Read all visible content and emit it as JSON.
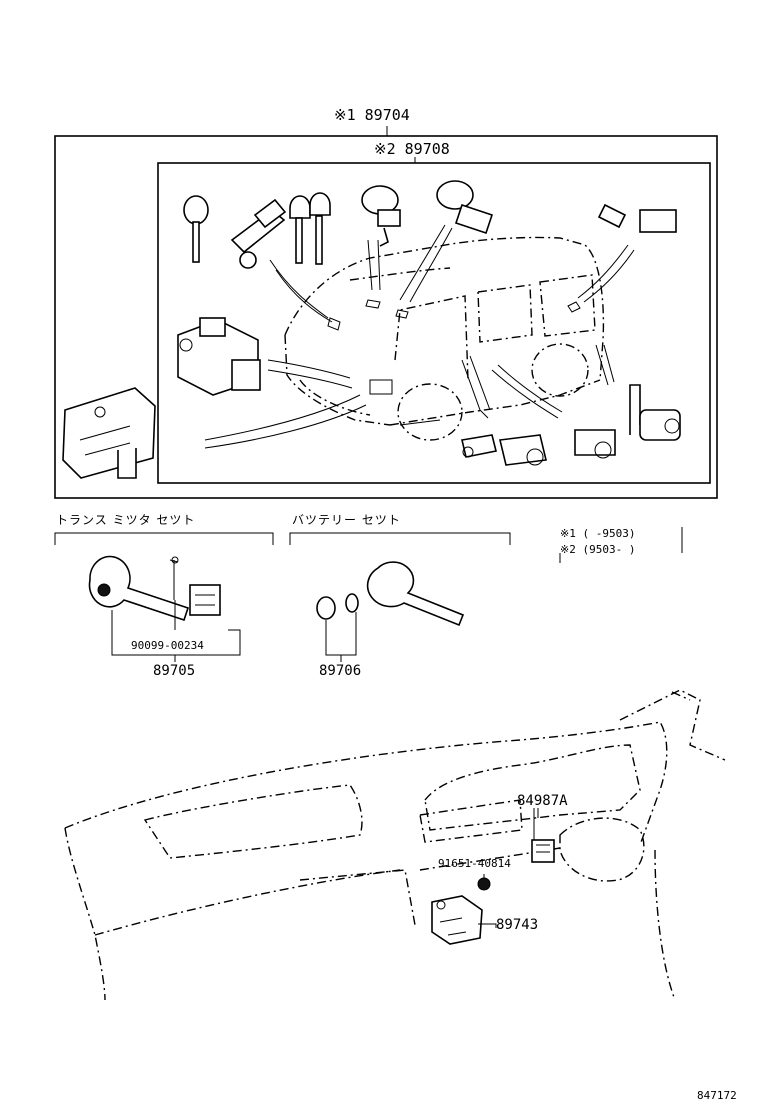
{
  "labels": {
    "assy_outer": "※1 89704",
    "assy_inner": "※2 89708",
    "transmitter_set": "トランス  ミツタ  セツト",
    "battery_set": "バツテリー  セツト",
    "note_1": "※1 (   -9503)",
    "note_2": "※2 (9503-   )",
    "screw_part": "90099-00234",
    "transmitter_part": "89705",
    "battery_part": "89706",
    "bracket_part": "84987A",
    "clip_part": "91651-40814",
    "receiver_part": "89743",
    "figure_code": "847172"
  }
}
